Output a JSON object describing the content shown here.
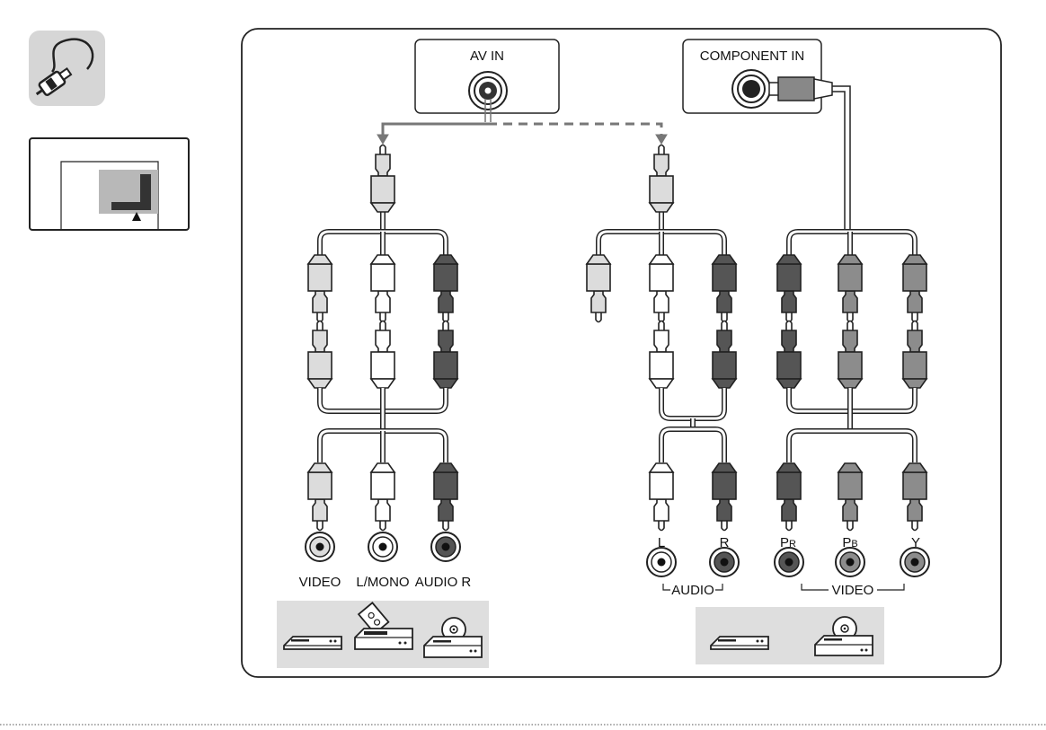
{
  "ports": {
    "av_in": "AV IN",
    "component_in": "COMPONENT IN"
  },
  "labels": {
    "video": "VIDEO",
    "l_mono": "L/MONO",
    "audio_r": "AUDIO R",
    "l": "L",
    "r": "R",
    "audio": "AUDIO",
    "pr_main": "P",
    "pr_sub": "R",
    "pb_main": "P",
    "pb_sub": "B",
    "y": "Y",
    "video_group": "VIDEO"
  },
  "colors": {
    "white": "#ffffff",
    "light": "#dcdcdc",
    "mid": "#8c8c8c",
    "dark": "#555555",
    "panel": "#dedede",
    "outline": "#222222"
  },
  "icons": {
    "cable": "cable-icon",
    "port_location": "port-location-icon"
  }
}
